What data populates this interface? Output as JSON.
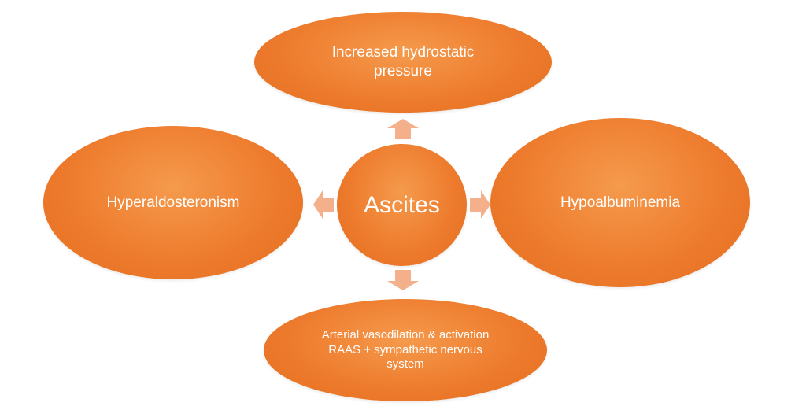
{
  "diagram": {
    "center": {
      "label": "Ascites"
    },
    "top": {
      "label": "Increased hydrostatic pressure"
    },
    "left": {
      "label": "Hyperaldosteronism"
    },
    "right": {
      "label": "Hypoalbuminemia"
    },
    "bottom": {
      "label": "Arterial vasodilation & activation RAAS + sympathetic nervous system"
    }
  },
  "colors": {
    "node_fill": "#ee7c2e",
    "arrow_fill": "#f3b08a",
    "text": "#ffffff"
  }
}
